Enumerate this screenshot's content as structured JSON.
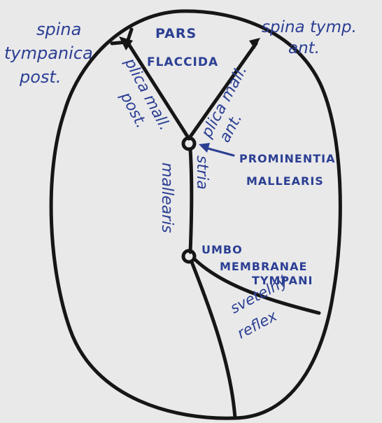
{
  "colors": {
    "paper": "#e9e9ea",
    "ink": "#161616",
    "pen": "#2b3f93"
  },
  "labels": {
    "spina_post_1": "spina",
    "spina_post_2": "tympanica",
    "spina_post_3": "post.",
    "pars_1": "PARS",
    "pars_2": "FLACCIDA",
    "spina_ant_1": "spina tymp.",
    "spina_ant_2": "ant.",
    "plica_post_1": "plica mall.",
    "plica_post_2": "post.",
    "plica_ant_1": "plica mall.",
    "plica_ant_2": "ant.",
    "prominentia_1": "PROMINENTIA",
    "prominentia_2": "MALLEARIS",
    "stria_1": "stria",
    "stria_2": "mallearis",
    "umbo_1": "UMBO",
    "umbo_2": "MEMBRANAE",
    "umbo_3": "TYMPANI",
    "reflex_1": "svetelný",
    "reflex_2": "reflex"
  }
}
